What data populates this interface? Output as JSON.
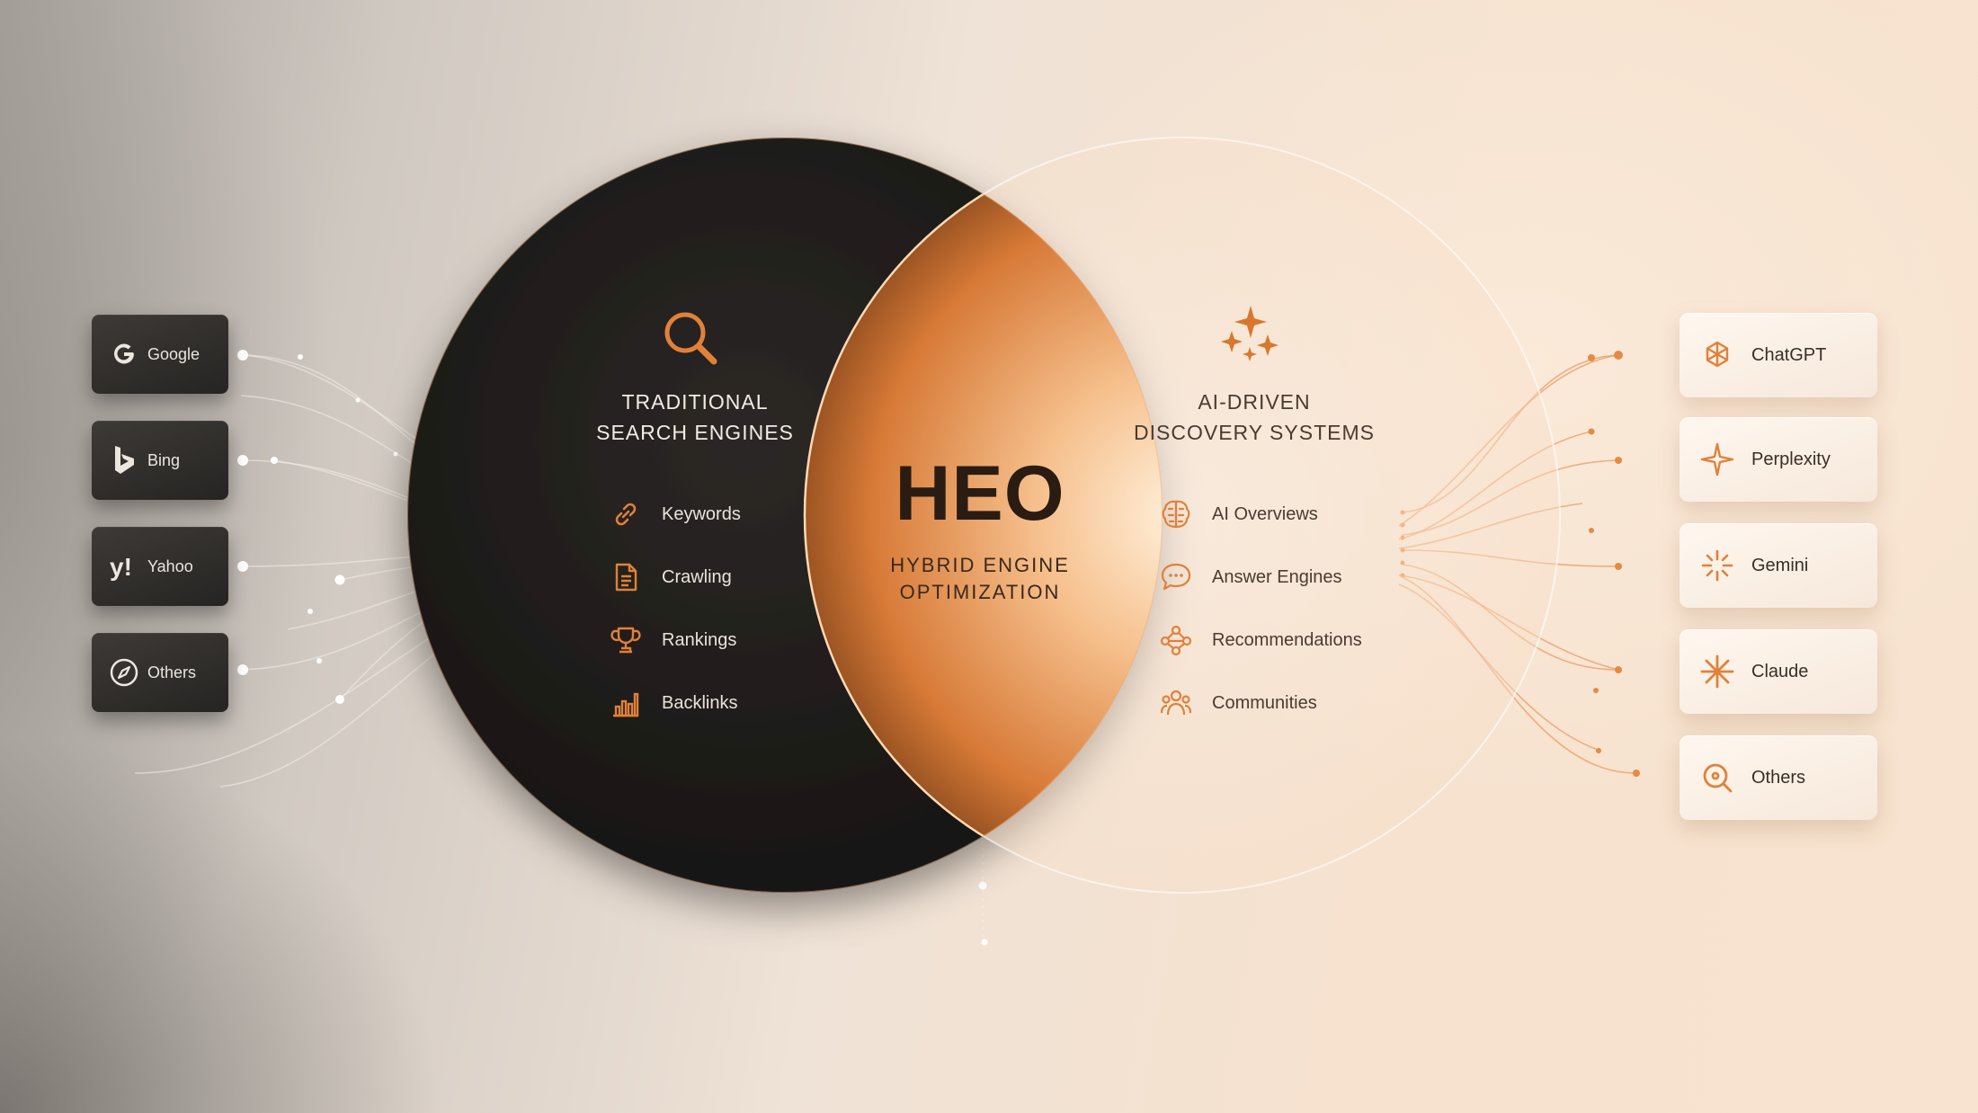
{
  "left_engines": [
    {
      "label": "Google",
      "icon": "google-icon"
    },
    {
      "label": "Bing",
      "icon": "bing-icon"
    },
    {
      "label": "Yahoo",
      "icon": "yahoo-icon"
    },
    {
      "label": "Others",
      "icon": "compass-icon"
    }
  ],
  "traditional": {
    "title_line1": "TRADITIONAL",
    "title_line2": "SEARCH ENGINES",
    "icon": "search-icon",
    "features": [
      {
        "label": "Keywords",
        "icon": "link-icon"
      },
      {
        "label": "Crawling",
        "icon": "document-icon"
      },
      {
        "label": "Rankings",
        "icon": "trophy-icon"
      },
      {
        "label": "Backlinks",
        "icon": "bar-chart-icon"
      }
    ]
  },
  "center": {
    "title": "HEO",
    "subtitle_line1": "HYBRID ENGINE",
    "subtitle_line2": "OPTIMIZATION"
  },
  "ai": {
    "title_line1": "AI-DRIVEN",
    "title_line2": "DISCOVERY SYSTEMS",
    "icon": "sparkles-icon",
    "features": [
      {
        "label": "AI Overviews",
        "icon": "brain-icon"
      },
      {
        "label": "Answer Engines",
        "icon": "chat-bubble-icon"
      },
      {
        "label": "Recommendations",
        "icon": "network-icon"
      },
      {
        "label": "Communities",
        "icon": "people-icon"
      }
    ]
  },
  "right_ai": [
    {
      "label": "ChatGPT",
      "icon": "chatgpt-icon"
    },
    {
      "label": "Perplexity",
      "icon": "perplexity-icon"
    },
    {
      "label": "Gemini",
      "icon": "gemini-icon"
    },
    {
      "label": "Claude",
      "icon": "claude-icon"
    },
    {
      "label": "Others",
      "icon": "search-icon"
    }
  ],
  "colors": {
    "accent": "#e0813a",
    "dark": "#1f1c1a",
    "light_text": "#f3ece4",
    "dark_text": "#3a2e26"
  }
}
